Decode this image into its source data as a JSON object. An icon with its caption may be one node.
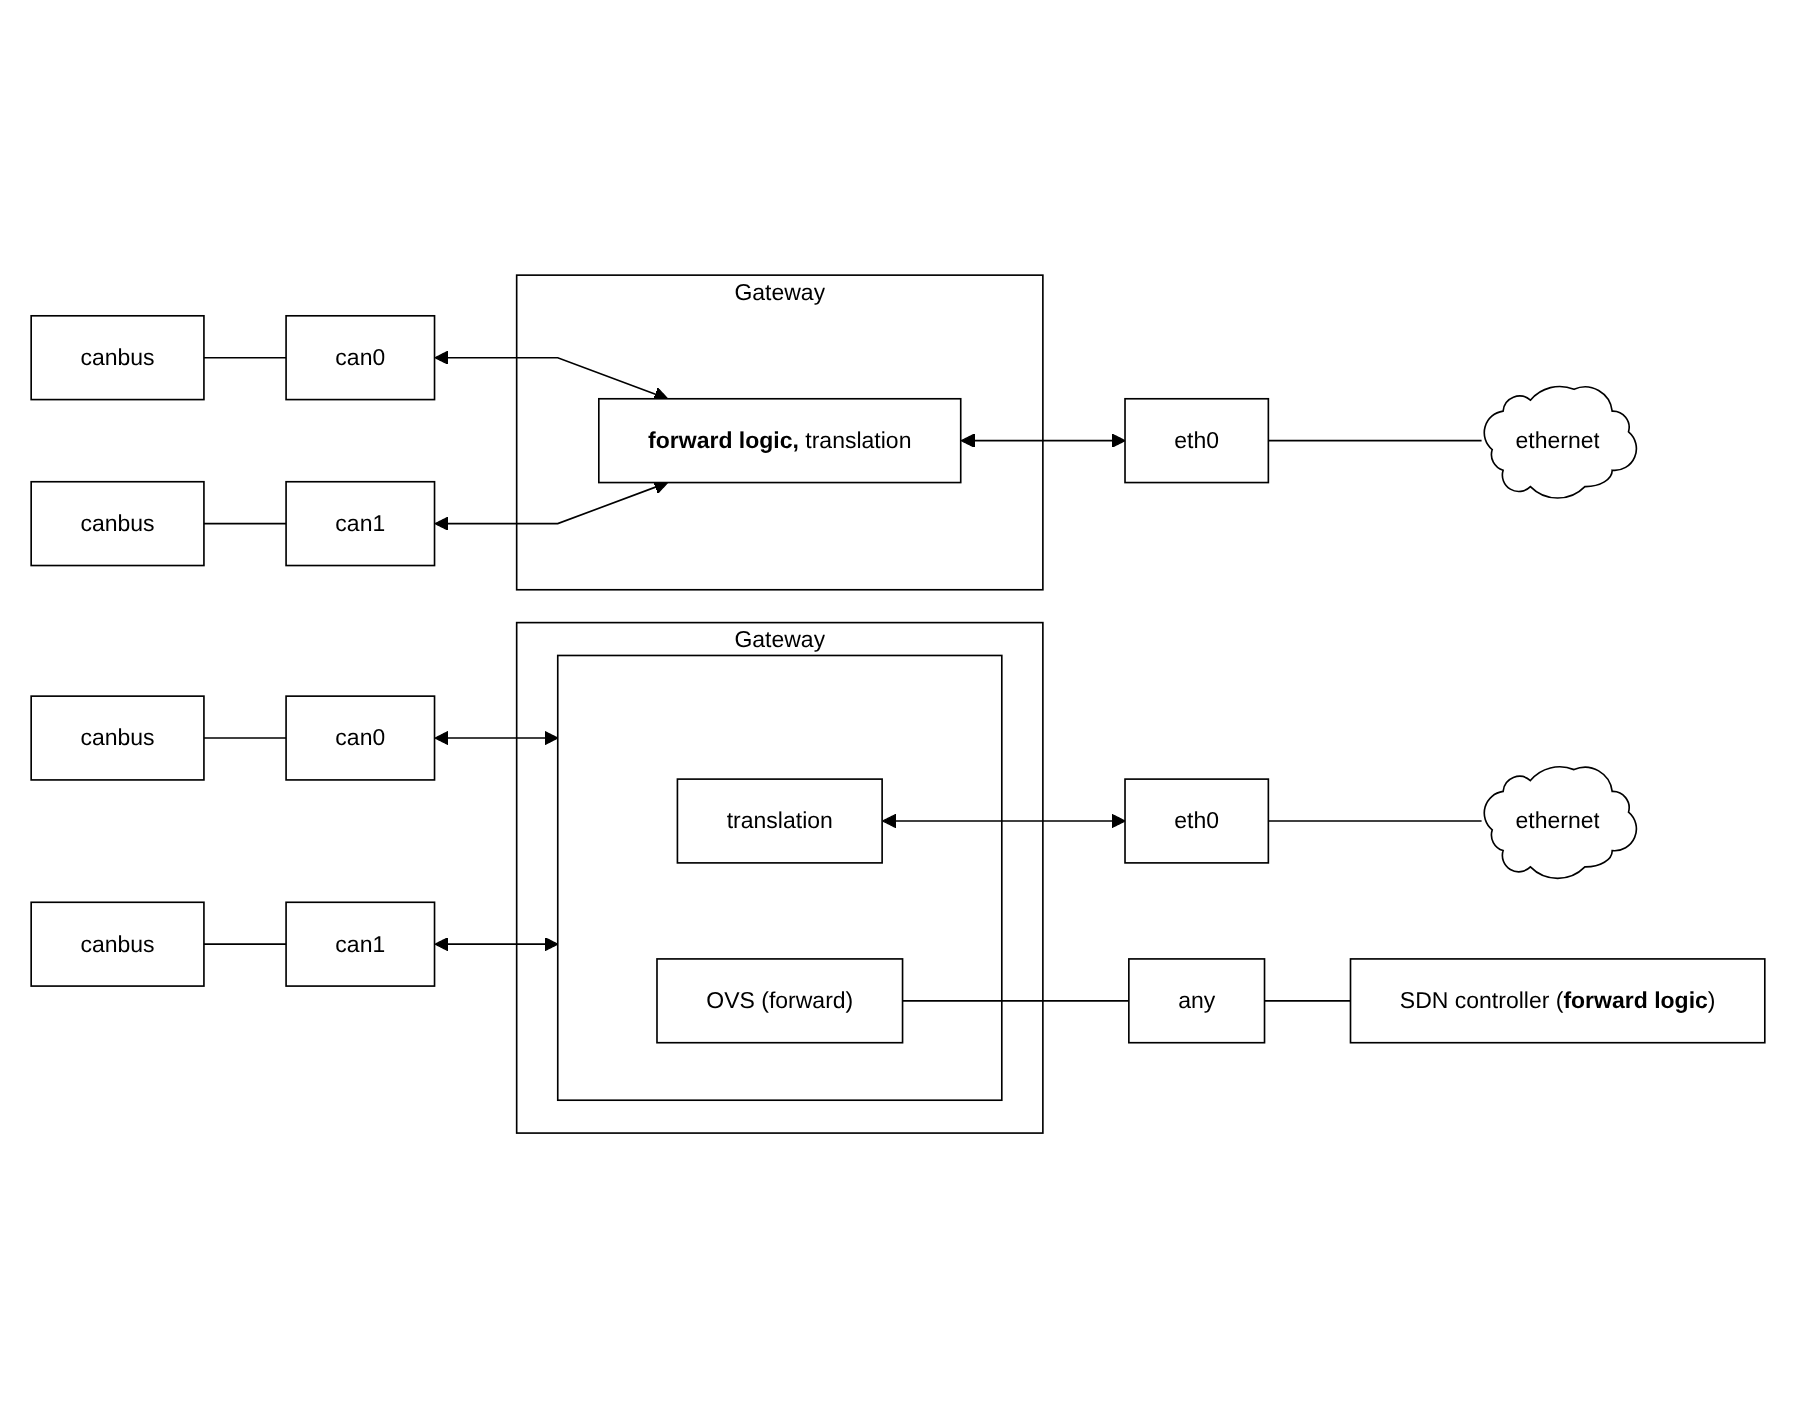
{
  "diagram": {
    "nodes": [
      {
        "text": [
          "canbus"
        ]
      },
      {
        "text": [
          "can0"
        ]
      },
      {
        "text": [
          "canbus"
        ]
      },
      {
        "text": [
          "can1"
        ]
      },
      {
        "text": [
          "Gateway"
        ]
      },
      {
        "text": [
          "**forward logic,** translation"
        ],
        "in": 4
      },
      {
        "text": [
          "eth0"
        ]
      },
      {
        "text": [
          "ethernet"
        ]
      },
      {
        "text": [
          "canbus"
        ]
      },
      {
        "text": [
          "can0"
        ]
      },
      {
        "text": [
          "canbus"
        ]
      },
      {
        "text": [
          "can1"
        ]
      },
      {
        "text": [
          "Gateway"
        ]
      },
      {
        "text": [],
        "shape": "box",
        "in": 12
      },
      {
        "text": [
          "translation"
        ],
        "in": 13
      },
      {
        "text": [
          "OVS (forward)"
        ],
        "in": 13
      },
      {
        "text": [
          "eth0"
        ]
      },
      {
        "text": [
          "any"
        ]
      },
      {
        "text": [
          "ethernet"
        ]
      },
      {
        "text": [
          "SDN controller (**forward logic**)"
        ]
      }
    ],
    "edges": [
      {
        "from": 0,
        "to": 1,
        "arrow": "none"
      },
      {
        "from": 2,
        "to": 3,
        "arrow": "none"
      },
      {
        "from": 1,
        "to": 5,
        "arrow": "both"
      },
      {
        "from": 3,
        "to": 5,
        "arrow": "both"
      },
      {
        "from": 5,
        "to": 6,
        "arrow": "both"
      },
      {
        "from": 6,
        "to": 7,
        "arrow": "none"
      },
      {
        "from": 8,
        "to": 9,
        "arrow": "none"
      },
      {
        "from": 10,
        "to": 11,
        "arrow": "none"
      },
      {
        "from": 9,
        "to": 13,
        "arrow": "both"
      },
      {
        "from": 11,
        "to": 13,
        "arrow": "both"
      },
      {
        "from": 14,
        "to": 16,
        "arrow": "both"
      },
      {
        "from": 15,
        "to": 17,
        "arrow": "none"
      },
      {
        "from": 16,
        "to": 18,
        "arrow": "none"
      },
      {
        "from": 17,
        "to": 19,
        "arrow": "none"
      }
    ]
  }
}
